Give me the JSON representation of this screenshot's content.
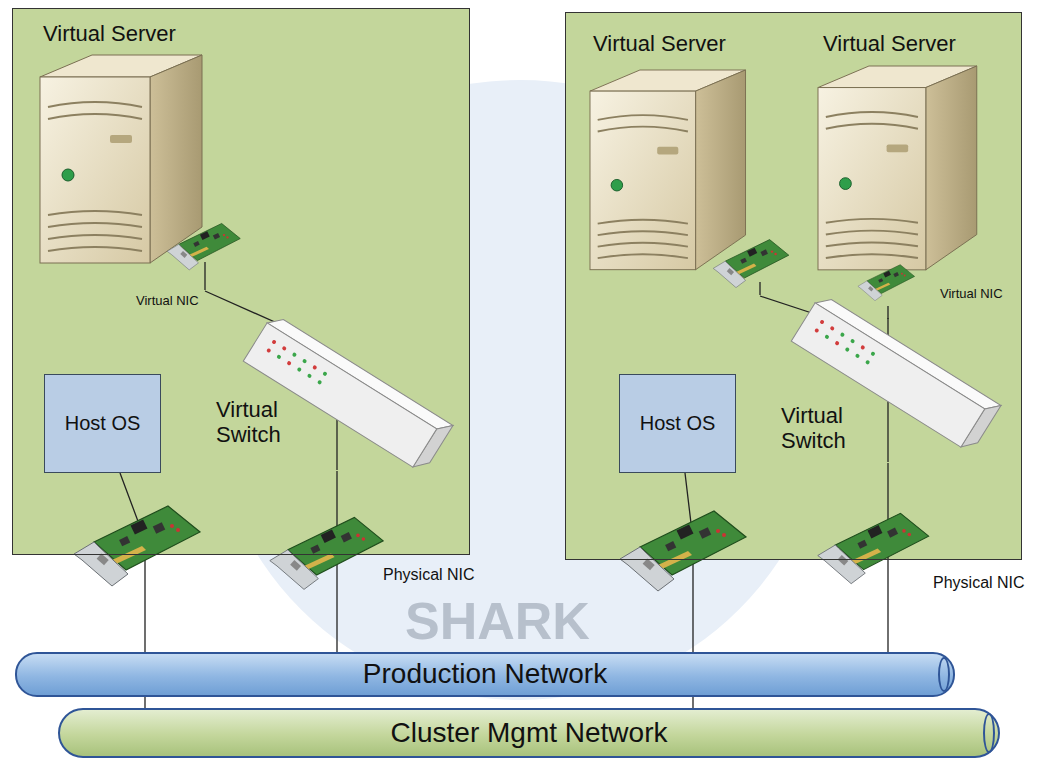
{
  "diagram": {
    "nodes": [
      {
        "text": []
      },
      {
        "text": [
          "Virtual Server"
        ],
        "in": 0
      },
      {
        "text": [
          "Host OS"
        ],
        "in": 0
      },
      {
        "text": [
          "Virtual Switch"
        ],
        "in": 0
      },
      {
        "text": []
      },
      {
        "text": [
          "Virtual Server"
        ],
        "in": 4
      },
      {
        "text": [
          "Virtual Server"
        ],
        "in": 4
      },
      {
        "text": [
          "Host OS"
        ],
        "in": 4
      },
      {
        "text": [
          "Virtual Switch"
        ],
        "in": 4
      },
      {
        "text": [
          "Production Network"
        ]
      },
      {
        "text": [
          "Cluster Mgmt Network"
        ]
      }
    ],
    "edges": [
      {
        "from": 1,
        "to": 3,
        "arrow": "none"
      },
      {
        "from": 3,
        "to": 9,
        "arrow": "none"
      },
      {
        "from": 2,
        "to": 10,
        "arrow": "none"
      },
      {
        "from": 5,
        "to": 8,
        "arrow": "none"
      },
      {
        "from": 6,
        "to": 8,
        "arrow": "none"
      },
      {
        "from": 8,
        "to": 9,
        "arrow": "none"
      },
      {
        "from": 7,
        "to": 10,
        "arrow": "none"
      }
    ],
    "labels": [
      "Virtual NIC",
      "Physical NIC",
      "Virtual NIC",
      "Physical NIC",
      "SHARK"
    ]
  }
}
